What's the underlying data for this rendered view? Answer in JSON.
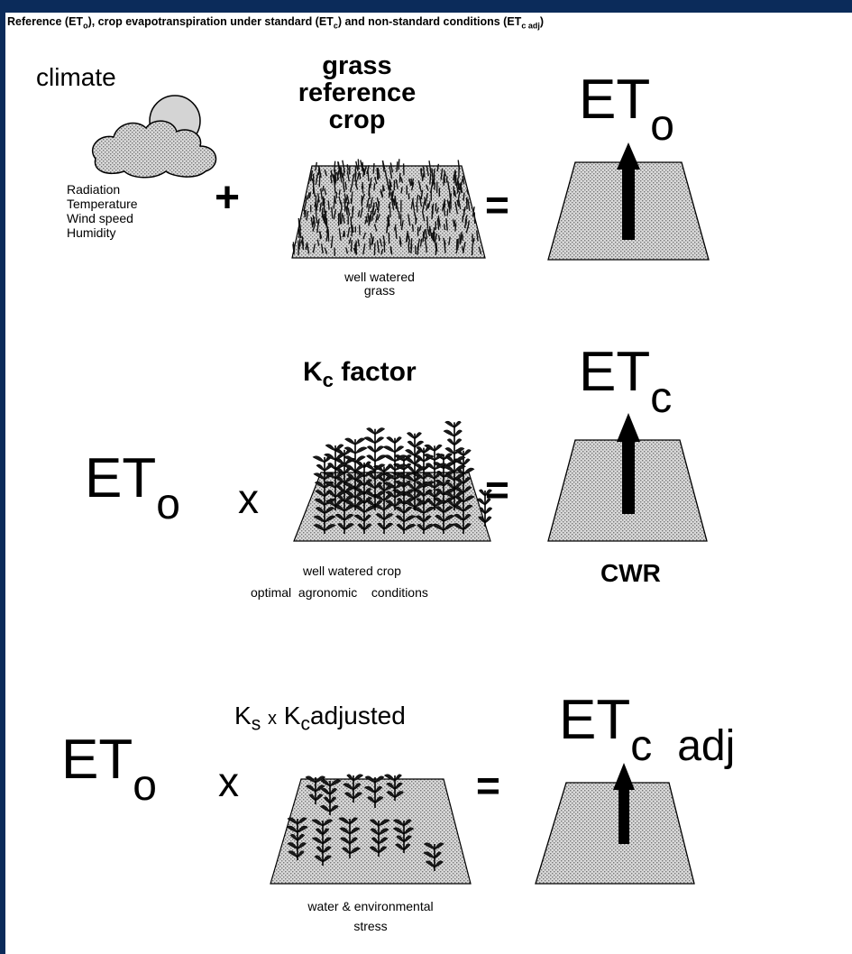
{
  "caption": {
    "p1": "Reference (ET",
    "s1": "o",
    "p2": "), crop evapotranspiration under standard (ET",
    "s2": "c",
    "p3": ") and non-standard conditions (ET",
    "s3": "c adj",
    "p4": ")"
  },
  "row1": {
    "climate": "climate",
    "factors": [
      "Radiation",
      "Temperature",
      "Wind speed",
      "Humidity"
    ],
    "plus": "+",
    "grass_title": [
      "grass",
      "reference",
      "crop"
    ],
    "grass_caption": [
      "well watered",
      "grass"
    ],
    "equals": "=",
    "et": "ET",
    "et_sub": "o"
  },
  "row2": {
    "et": "ET",
    "et_sub": "o",
    "times": "x",
    "kc": "K",
    "kc_sub": "c",
    "kc_word": "factor",
    "caption1": "well watered  crop",
    "caption2": "optimal  agronomic    conditions",
    "equals": "=",
    "result": "ET",
    "result_sub": "c",
    "cwr": "CWR"
  },
  "row3": {
    "et": "ET",
    "et_sub": "o",
    "times": "x",
    "ks": "K",
    "ks_sub": "s",
    "x": "x",
    "kc": "K",
    "kc_sub": "c",
    "adjusted": "adjusted",
    "caption": [
      "water & environmental",
      "stress"
    ],
    "equals": "=",
    "result": "ET",
    "result_sub": "c",
    "result_adj": "adj"
  },
  "colors": {
    "frame": "#0b2b5a",
    "fill": "#c8c8c8",
    "ink": "#000000"
  }
}
